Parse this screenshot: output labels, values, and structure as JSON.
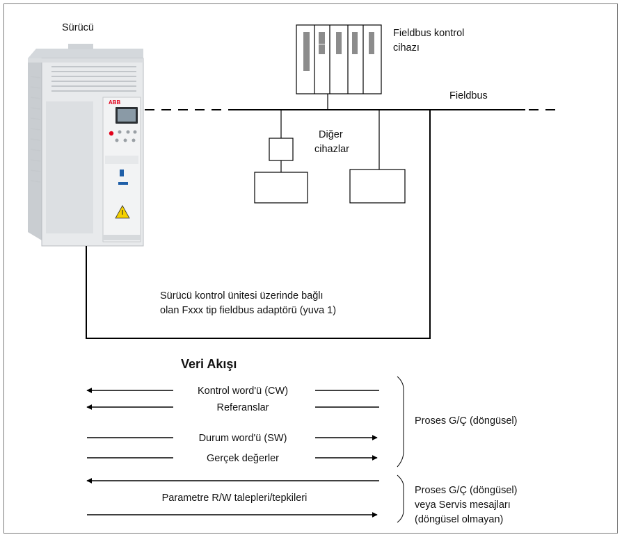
{
  "labels": {
    "drive": "Sürücü",
    "controller_line1": "Fieldbus kontrol",
    "controller_line2": "cihazı",
    "fieldbus": "Fieldbus",
    "other_line1": "Diğer",
    "other_line2": "cihazlar",
    "adapter_line1": "Sürücü kontrol ünitesi üzerinde bağlı",
    "adapter_line2": "olan Fxxx tip fieldbus adaptörü (yuva 1)"
  },
  "drive_device": {
    "brand": "ABB"
  },
  "dataflow": {
    "title": "Veri Akışı",
    "rows": [
      {
        "label": "Kontrol word'ü (CW)",
        "direction": "left"
      },
      {
        "label": "Referanslar",
        "direction": "left"
      },
      {
        "label": "Durum word'ü (SW)",
        "direction": "right"
      },
      {
        "label": "Gerçek değerler",
        "direction": "right"
      }
    ],
    "param_label": "Parametre R/W talepleri/tepkileri",
    "cyclic_label": "Proses G/Ç (döngüsel)",
    "acyclic_line1": "Proses G/Ç (döngüsel)",
    "acyclic_line2": "veya Servis mesajları",
    "acyclic_line3": "(döngüsel olmayan)"
  },
  "colors": {
    "line": "#000000",
    "frame": "#7a7a7a",
    "drive_body": "#e6e8ea",
    "drive_shadow": "#c4c8cc",
    "abb_red": "#e2001a",
    "warning_yellow": "#f4d000",
    "drive_blue": "#1f5fa8"
  }
}
